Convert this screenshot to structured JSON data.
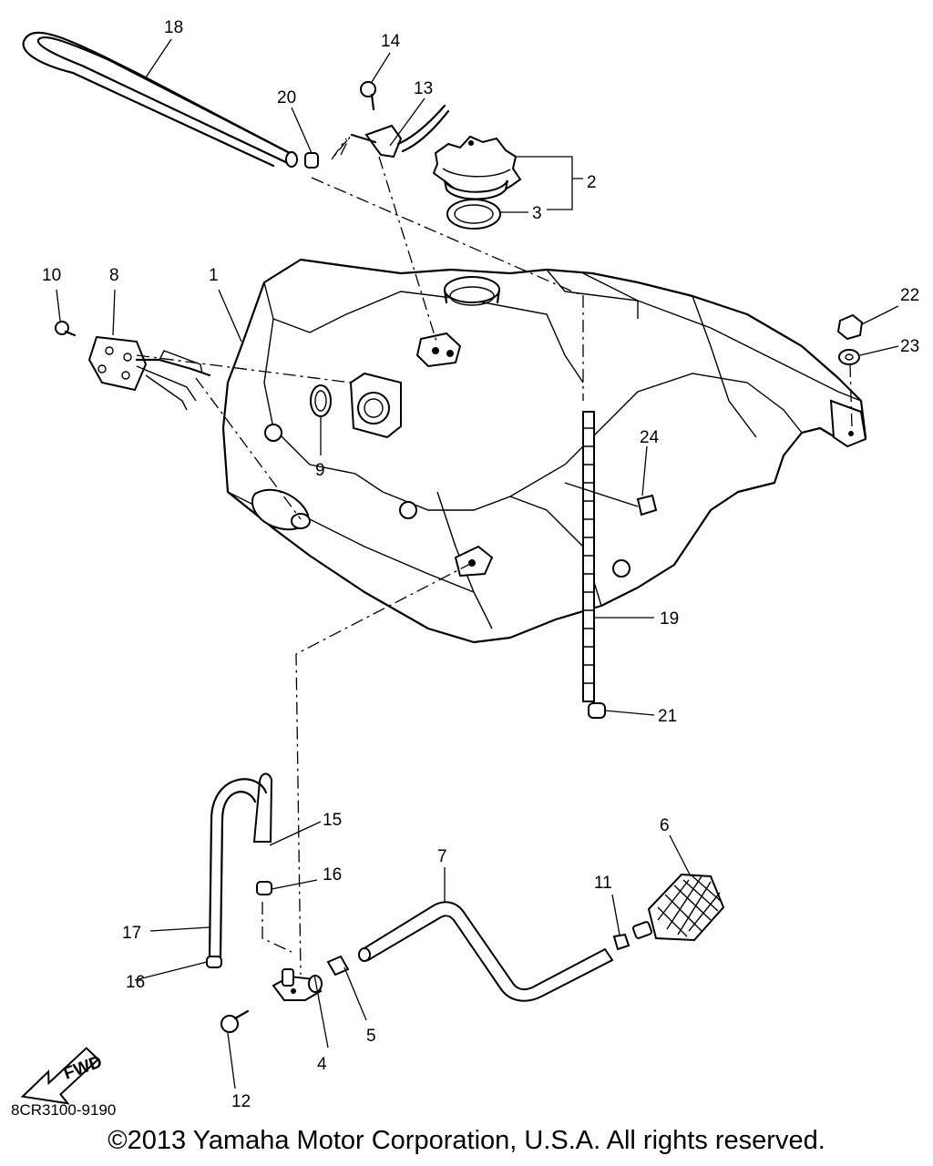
{
  "diagram": {
    "code": "8CR3100-9190",
    "fwd_label": "FWD",
    "callouts": {
      "c1": "1",
      "c2": "2",
      "c3": "3",
      "c4": "4",
      "c5": "5",
      "c6": "6",
      "c7": "7",
      "c8": "8",
      "c9": "9",
      "c10": "10",
      "c11": "11",
      "c12": "12",
      "c13": "13",
      "c14": "14",
      "c15": "15",
      "c16a": "16",
      "c16b": "16",
      "c17": "17",
      "c18": "18",
      "c19": "19",
      "c20": "20",
      "c21": "21",
      "c22": "22",
      "c23": "23",
      "c24": "24"
    }
  },
  "footer": {
    "copyright": "©2013 Yamaha Motor Corporation, U.S.A. All rights reserved."
  }
}
